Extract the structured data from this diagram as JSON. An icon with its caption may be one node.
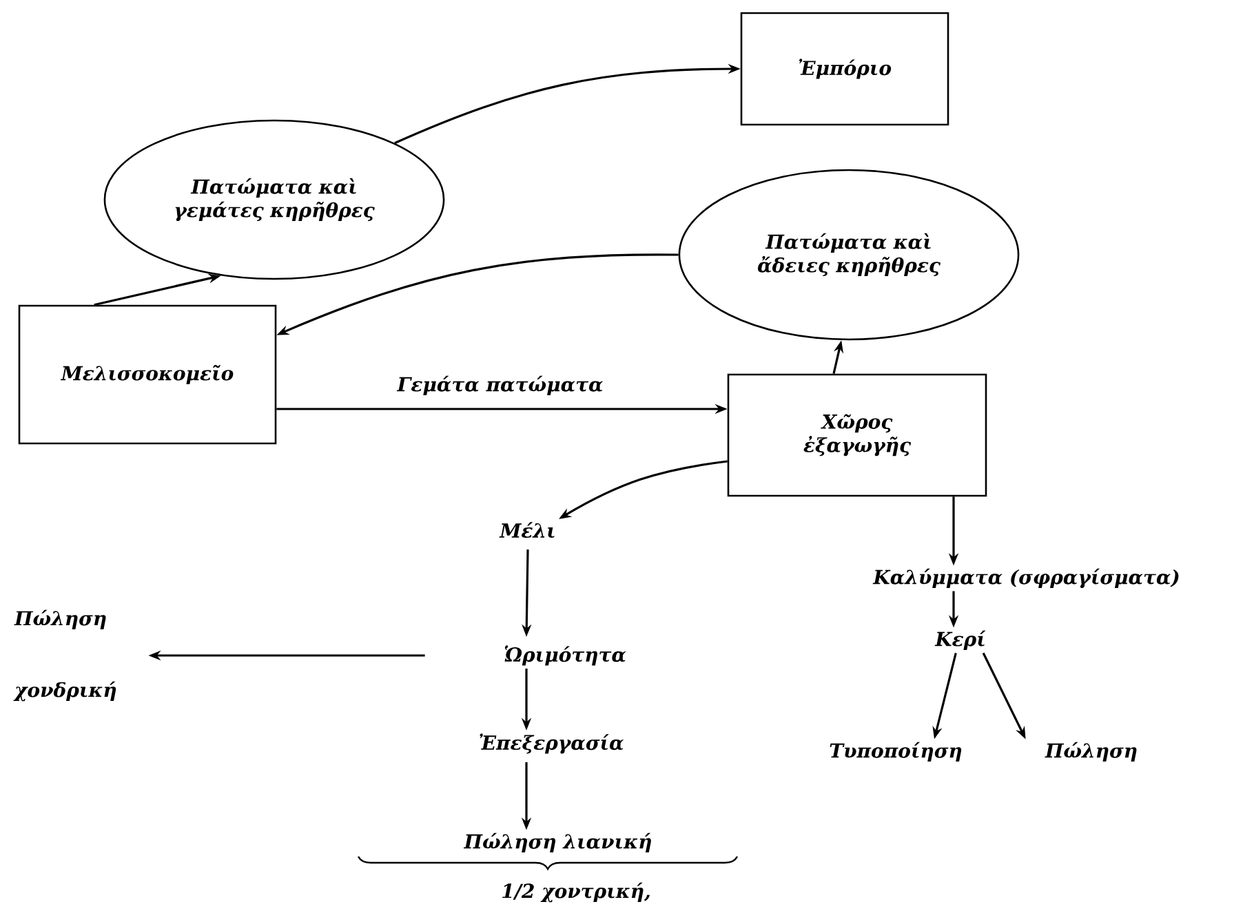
{
  "diagram": {
    "nodes": [
      {
        "text": [
          "Πατώματα καὶ γεμάτες κηρῆθρες"
        ]
      },
      {
        "text": [
          "Ἐμπόριο"
        ]
      },
      {
        "text": [
          "Πατώματα καὶ ἄδειες κηρῆθρες"
        ]
      },
      {
        "text": [
          "Μελισσοκομεῖο"
        ]
      },
      {
        "text": [
          "Χῶρος ἐξαγωγῆς"
        ]
      },
      {
        "text": [
          "Μέλι"
        ]
      },
      {
        "text": [
          "Καλύμματα (σφραγίσματα)"
        ]
      },
      {
        "text": [
          "Πώληση χονδρική"
        ]
      },
      {
        "text": [
          "Ὡριμότητα"
        ]
      },
      {
        "text": [
          "Ἐπεξεργασία"
        ]
      },
      {
        "text": [
          "Κερί"
        ]
      },
      {
        "text": [
          "Τυποποίηση"
        ]
      },
      {
        "text": [
          "Πώληση"
        ]
      },
      {
        "text": [
          "Πώληση λιανική"
        ]
      }
    ],
    "edges": [
      {
        "from": 3,
        "to": 0,
        "arrow": "to"
      },
      {
        "from": 0,
        "to": 1,
        "arrow": "to"
      },
      {
        "from": 2,
        "to": 3,
        "arrow": "to"
      },
      {
        "from": 4,
        "to": 2,
        "arrow": "to"
      },
      {
        "from": 3,
        "to": 4,
        "arrow": "to",
        "label": "Γεμάτα πατώματα"
      },
      {
        "from": 4,
        "to": 5,
        "arrow": "to"
      },
      {
        "from": 5,
        "to": 8,
        "arrow": "to"
      },
      {
        "from": 8,
        "to": 7,
        "arrow": "to"
      },
      {
        "from": 8,
        "to": 9,
        "arrow": "to"
      },
      {
        "from": 9,
        "to": 13,
        "arrow": "to"
      },
      {
        "from": 4,
        "to": 6,
        "arrow": "to"
      },
      {
        "from": 6,
        "to": 10,
        "arrow": "to"
      },
      {
        "from": 10,
        "to": 11,
        "arrow": "to"
      },
      {
        "from": 10,
        "to": 12,
        "arrow": "to"
      }
    ],
    "labels": [
      "1/2 χοντρική,"
    ]
  }
}
